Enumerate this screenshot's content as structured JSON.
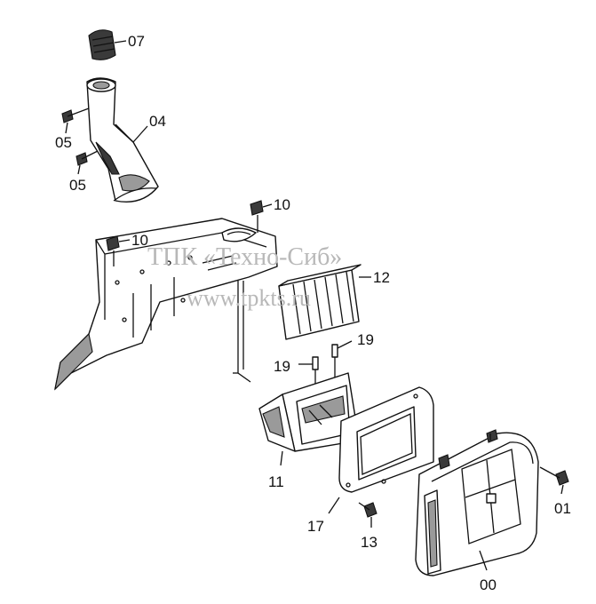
{
  "watermark": {
    "line1": "ТПК «Техно-Сиб»",
    "line2": "www.tpkts.ru"
  },
  "callouts": [
    {
      "id": "07",
      "text": "07"
    },
    {
      "id": "04",
      "text": "04"
    },
    {
      "id": "05a",
      "text": "05"
    },
    {
      "id": "05b",
      "text": "05"
    },
    {
      "id": "10a",
      "text": "10"
    },
    {
      "id": "10b",
      "text": "10"
    },
    {
      "id": "12",
      "text": "12"
    },
    {
      "id": "19a",
      "text": "19"
    },
    {
      "id": "19b",
      "text": "19"
    },
    {
      "id": "11",
      "text": "11"
    },
    {
      "id": "17",
      "text": "17"
    },
    {
      "id": "13",
      "text": "13"
    },
    {
      "id": "01",
      "text": "01"
    },
    {
      "id": "00",
      "text": "00"
    }
  ]
}
